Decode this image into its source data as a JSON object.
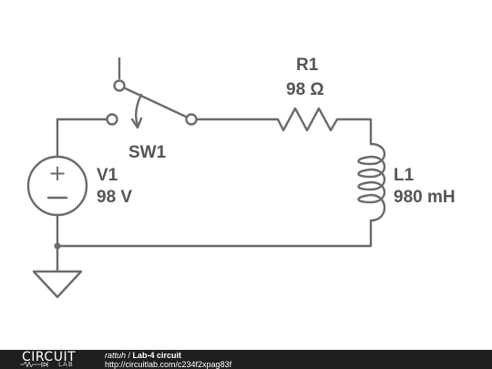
{
  "circuit": {
    "switch": {
      "name": "SW1"
    },
    "resistor": {
      "name": "R1",
      "value": "98 Ω"
    },
    "inductor": {
      "name": "L1",
      "value": "980 mH"
    },
    "source": {
      "name": "V1",
      "value": "98 V"
    },
    "wire_color": "#6b6b6b",
    "label_color": "#555555"
  },
  "footer": {
    "logo_top": "CIRCUIT",
    "logo_bottom": "LAB",
    "author": "rattuh",
    "separator": " / ",
    "title": "Lab-4 circuit",
    "url": "http://circuitlab.com/c234f2xpag83f",
    "background": "#1f1f1f"
  }
}
